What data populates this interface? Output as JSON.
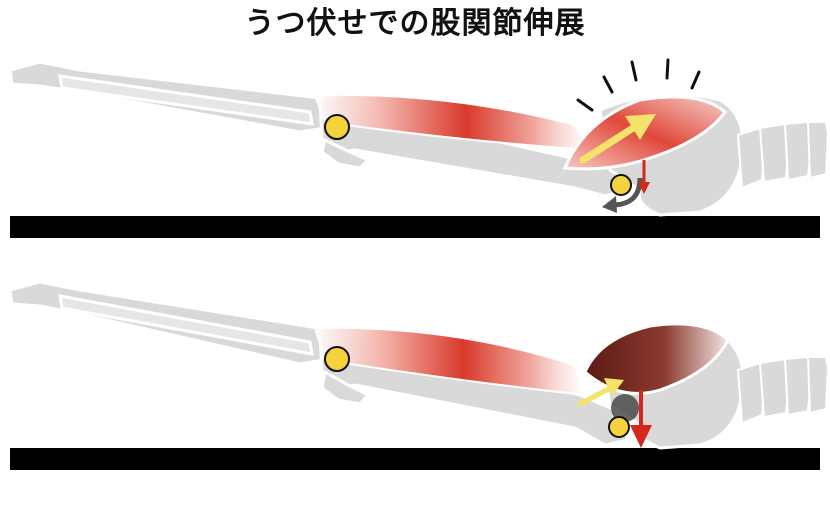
{
  "title": "うつ伏せでの股関節伸展",
  "colors": {
    "bone_fill": "#d9d9d9",
    "bone_stroke": "#ffffff",
    "muscle_red": "#d93a2b",
    "glute_dark": "#7a2218",
    "joint_yellow": "#f4d23c",
    "arrow_yellow": "#f3e36a",
    "arrow_red": "#d4281f",
    "floor": "#000000"
  },
  "panels": [
    {
      "id": "top",
      "glute_state": "active",
      "icons": [
        "femur-bone-icon",
        "tibia-bone-icon",
        "pelvis-bone-icon",
        "spine-vertebra-icon",
        "hamstring-muscle-icon",
        "glute-muscle-icon",
        "knee-joint-icon",
        "hip-joint-icon",
        "glute-force-arrow-icon",
        "hip-press-arrow-icon",
        "rotation-arrow-icon",
        "emphasis-lines-icon"
      ]
    },
    {
      "id": "bottom",
      "glute_state": "inactive",
      "icons": [
        "femur-bone-icon",
        "tibia-bone-icon",
        "pelvis-bone-icon",
        "spine-vertebra-icon",
        "hamstring-muscle-icon",
        "glute-muscle-icon",
        "knee-joint-icon",
        "hip-joint-icon",
        "glute-force-arrow-icon",
        "hip-press-arrow-icon"
      ]
    }
  ]
}
